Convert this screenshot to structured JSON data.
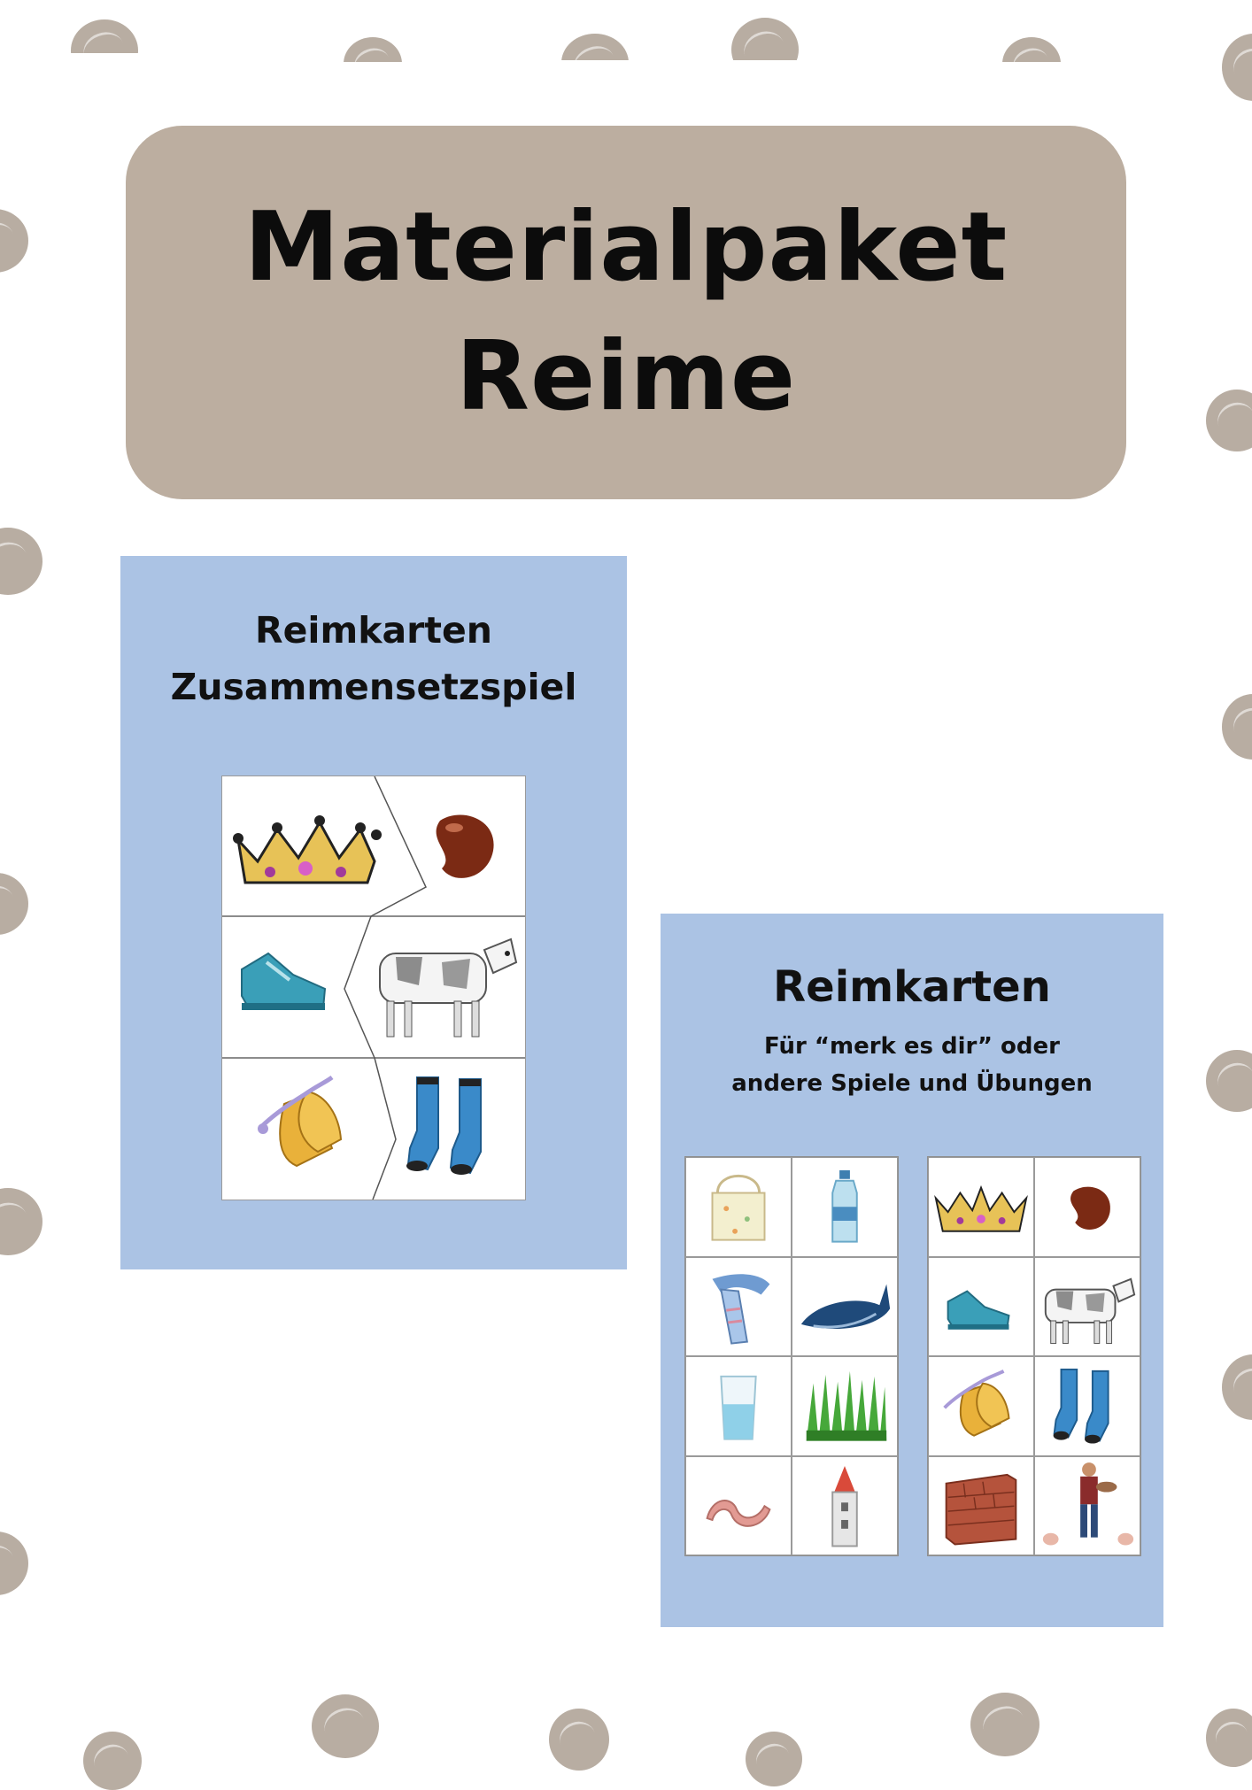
{
  "header": {
    "title_line1": "Materialpaket",
    "title_line2": "Reime"
  },
  "left_panel": {
    "title_line1": "Reimkarten",
    "title_line2": "Zusammensetzspiel",
    "puzzle_pairs": [
      [
        "crown-icon",
        "bean-icon"
      ],
      [
        "shoe-icon",
        "cow-icon"
      ],
      [
        "bell-icon",
        "socks-icon"
      ]
    ]
  },
  "right_panel": {
    "title": "Reimkarten",
    "subtitle_line1": "Für “merk es dir” oder",
    "subtitle_line2": "andere Spiele und Übungen",
    "grid1": [
      "bag-icon",
      "bottle-icon",
      "scarf-icon",
      "whale-icon",
      "glass-icon",
      "grass-icon",
      "worm-icon",
      "tower-icon"
    ],
    "grid2": [
      "crown-icon",
      "bean-icon",
      "shoe-icon",
      "cow-icon",
      "bell-icon",
      "socks-icon",
      "wall-icon",
      "farmer-icon"
    ]
  },
  "colors": {
    "dots": "#b8ada2",
    "title_box": "#bcaea0",
    "panel": "#abc3e4",
    "text": "#111111"
  }
}
